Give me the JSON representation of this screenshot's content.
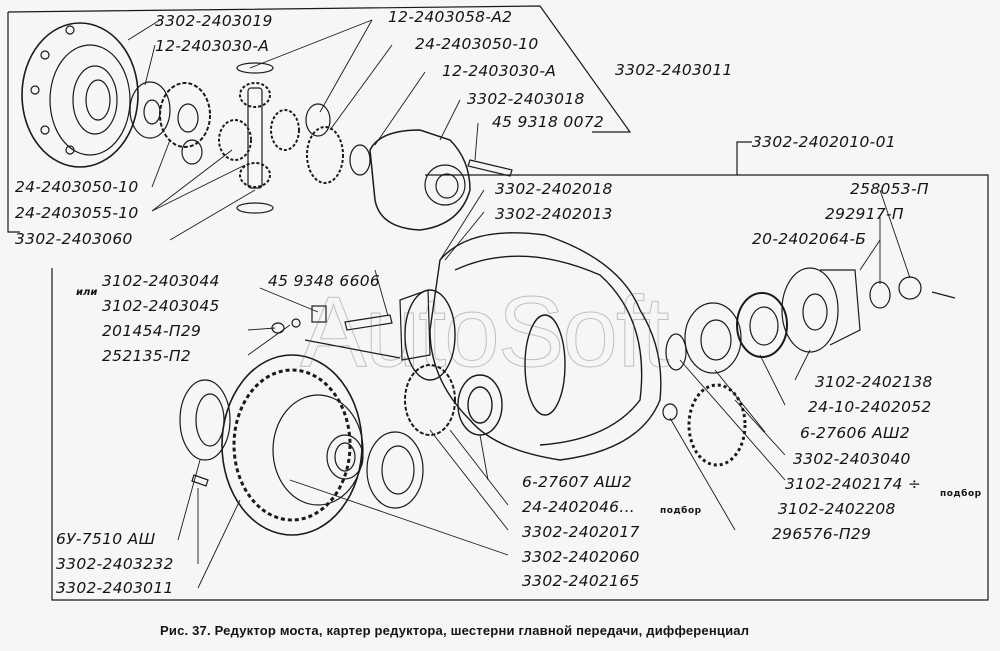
{
  "figure": {
    "caption": "Рис. 37. Редуктор моста, картер редуктора, шестерни главной передачи, дифференциал",
    "watermark": "AutoSoft",
    "line_color": "#1a1a1a",
    "background_color": "#f6f6f4"
  },
  "differential_group": {
    "assembly_label": "3302-2403011",
    "labels": [
      "3302-2403019",
      "12-2403030-А",
      "12-2403058-А2",
      "24-2403050-10",
      "12-2403030-А",
      "3302-2403018",
      "45 9318 0072",
      "24-2403050-10",
      "24-2403055-10",
      "3302-2403060"
    ]
  },
  "reducer_group": {
    "assembly_label": "3302-2402010-01",
    "housing_labels": [
      "3302-2402018",
      "3302-2402013"
    ],
    "right_labels": [
      "258053-П",
      "292917-П",
      "20-2402064-Б",
      "3102-2402138",
      "24-10-2402052",
      "6-27606 АШ2",
      "3302-2403040",
      "3102-2402174 ÷",
      "3102-2402208",
      "296576-П29"
    ],
    "selection_note": "подбор",
    "left_labels": [
      "3102-2403044",
      "3102-2403045",
      "45 9348 6606",
      "201454-П29",
      "252135-П2"
    ],
    "or_word": "или",
    "bottom_labels": [
      "6-27607 АШ2",
      "24-2402046...",
      "3302-2402017",
      "3302-2402060",
      "3302-2402165",
      "6У-7510 АШ",
      "3302-2403232",
      "3302-2403011"
    ]
  }
}
